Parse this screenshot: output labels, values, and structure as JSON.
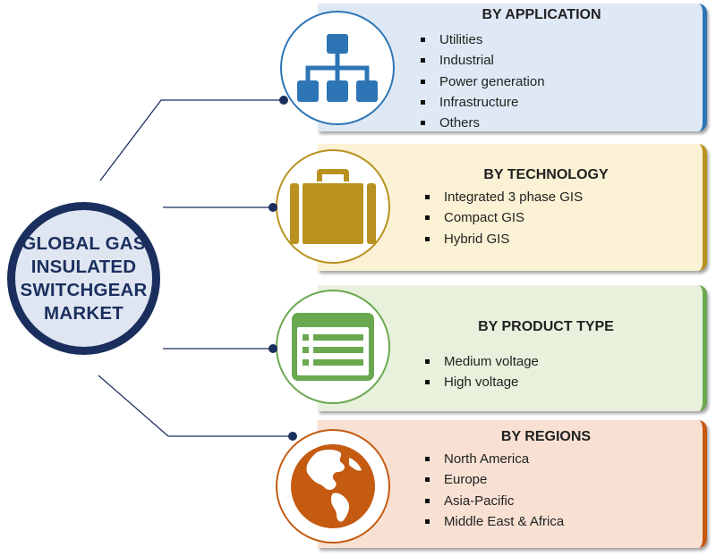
{
  "center": {
    "title": "GLOBAL GAS\nINSULATED\nSWITCHGEAR\nMARKET"
  },
  "segments": [
    {
      "title": "BY APPLICATION",
      "icon": "hierarchy-icon",
      "items": [
        "Utilities",
        "Industrial",
        "Power generation",
        "Infrastructure",
        "Others"
      ]
    },
    {
      "title": "BY TECHNOLOGY",
      "icon": "briefcase-icon",
      "items": [
        "Integrated 3 phase GIS",
        "Compact GIS",
        "Hybrid GIS"
      ]
    },
    {
      "title": "BY PRODUCT  TYPE",
      "icon": "list-window-icon",
      "items": [
        "Medium voltage",
        "High voltage"
      ]
    },
    {
      "title": "BY REGIONS",
      "icon": "globe-icon",
      "items": [
        "North America",
        "Europe",
        "Asia-Pacific",
        "Middle East & Africa"
      ]
    }
  ],
  "colors": {
    "navy": "#1b2f5e",
    "application_bg": "#dfe9f5",
    "application_accent": "#2e75b6",
    "technology_bg": "#fbf1d4",
    "technology_accent": "#b8911f",
    "product_bg": "#e8f1dc",
    "product_accent": "#6aa84f",
    "regions_bg": "#f8e1d3",
    "regions_accent": "#c55a11"
  }
}
